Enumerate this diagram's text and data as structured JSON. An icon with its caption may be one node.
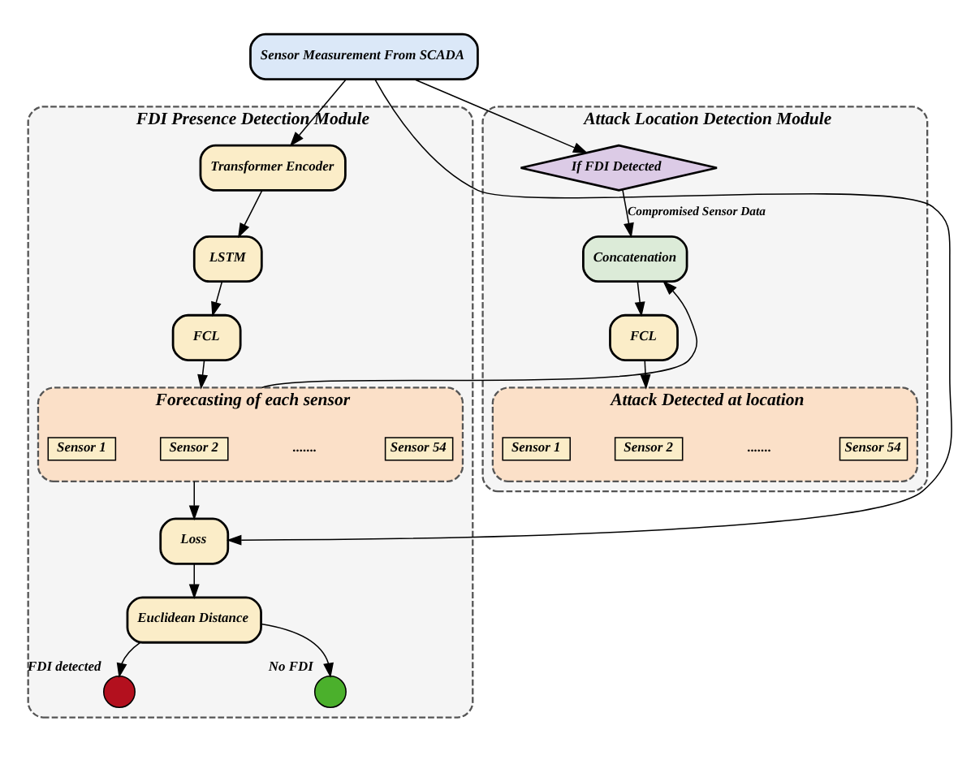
{
  "diagram": {
    "nodes": [
      {
        "text": [
          "Sensor Measurement From SCADA"
        ]
      },
      {
        "text": [
          "FDI Presence Detection Module"
        ]
      },
      {
        "text": [
          "Transformer Encoder"
        ],
        "in": 1
      },
      {
        "text": [
          "LSTM"
        ],
        "in": 1
      },
      {
        "text": [
          "FCL"
        ],
        "in": 1
      },
      {
        "text": [
          "Forecasting of each sensor"
        ],
        "in": 1
      },
      {
        "text": [
          "Sensor 1"
        ],
        "in": 5
      },
      {
        "text": [
          "Sensor 2"
        ],
        "in": 5
      },
      {
        "text": [
          "Sensor 54"
        ],
        "in": 5
      },
      {
        "text": [
          "Loss"
        ],
        "in": 1
      },
      {
        "text": [
          "Euclidean Distance"
        ],
        "in": 1
      },
      {
        "text": [],
        "shape": "circle",
        "in": 1,
        "beside": [
          "FDI detected"
        ]
      },
      {
        "text": [],
        "shape": "circle",
        "in": 1,
        "beside": [
          "No FDI"
        ]
      },
      {
        "text": [
          "Attack Location Detection Module"
        ]
      },
      {
        "text": [
          "If FDI Detected"
        ],
        "in": 13
      },
      {
        "text": [
          "Concatenation"
        ],
        "in": 13
      },
      {
        "text": [
          "FCL"
        ],
        "in": 13
      },
      {
        "text": [
          "Attack Detected at location"
        ],
        "in": 13
      },
      {
        "text": [
          "Sensor 1"
        ],
        "in": 17
      },
      {
        "text": [
          "Sensor 2"
        ],
        "in": 17
      },
      {
        "text": [
          "Sensor 54"
        ],
        "in": 17
      }
    ],
    "edges": [
      {
        "from": 0,
        "to": 2,
        "arrow": "to"
      },
      {
        "from": 0,
        "to": 9,
        "arrow": "to"
      },
      {
        "from": 0,
        "to": 14,
        "arrow": "to"
      },
      {
        "from": 2,
        "to": 3,
        "arrow": "to"
      },
      {
        "from": 3,
        "to": 4,
        "arrow": "to"
      },
      {
        "from": 4,
        "to": 5,
        "arrow": "to"
      },
      {
        "from": 5,
        "to": 9,
        "arrow": "to"
      },
      {
        "from": 5,
        "to": 15,
        "arrow": "to"
      },
      {
        "from": 9,
        "to": 10,
        "arrow": "to"
      },
      {
        "from": 10,
        "to": 11,
        "arrow": "to"
      },
      {
        "from": 10,
        "to": 12,
        "arrow": "to"
      },
      {
        "from": 14,
        "to": 15,
        "label": "Compromised Sensor Data",
        "arrow": "to"
      },
      {
        "from": 15,
        "to": 16,
        "arrow": "to"
      },
      {
        "from": 16,
        "to": 17,
        "arrow": "to"
      }
    ],
    "labels": [
      ".......",
      "......."
    ]
  }
}
